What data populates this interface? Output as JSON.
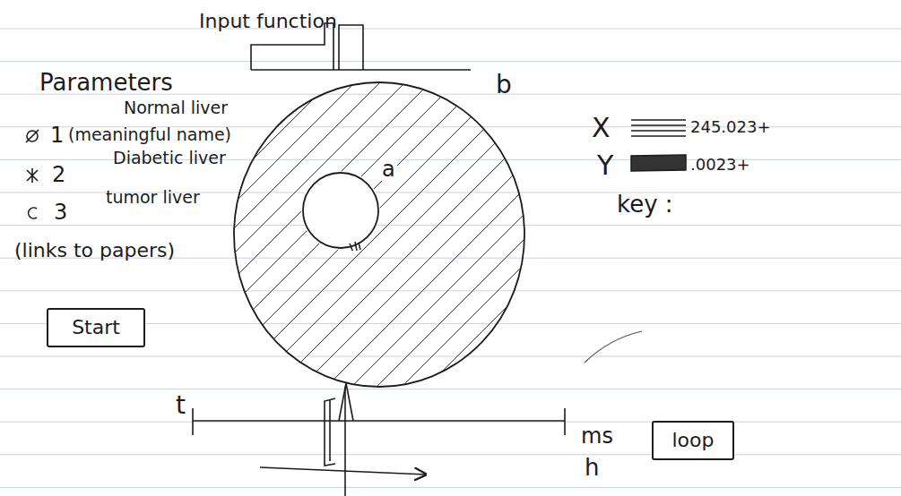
{
  "diagram": {
    "nodes": [
      {
        "text": [
          "a"
        ]
      },
      {
        "text": [
          "Start"
        ]
      },
      {
        "text": [
          "loop"
        ]
      }
    ],
    "labels": [
      "Input function",
      "b",
      "Parameters",
      "Normal liver",
      "1",
      "(meaningful name)",
      "Diabetic liver",
      "2",
      "tumor liver",
      "3",
      "(links to papers)",
      "X",
      "245.023+",
      "Y",
      ".0023+",
      "key :",
      "t",
      "ms",
      "h"
    ]
  }
}
